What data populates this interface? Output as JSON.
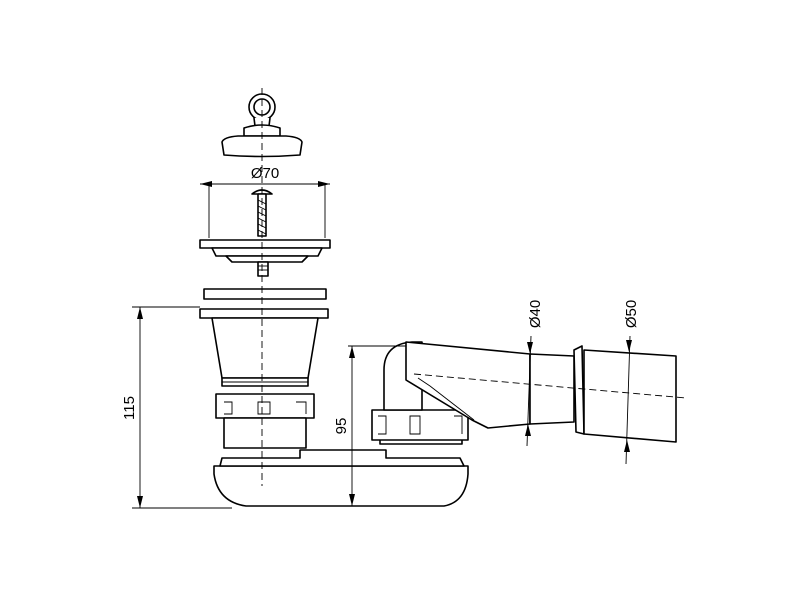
{
  "dimensions": {
    "grate_diameter": "Ø70",
    "total_height": "115",
    "trap_height": "95",
    "outlet_inner_diameter": "Ø40",
    "outlet_outer_diameter": "Ø50"
  }
}
